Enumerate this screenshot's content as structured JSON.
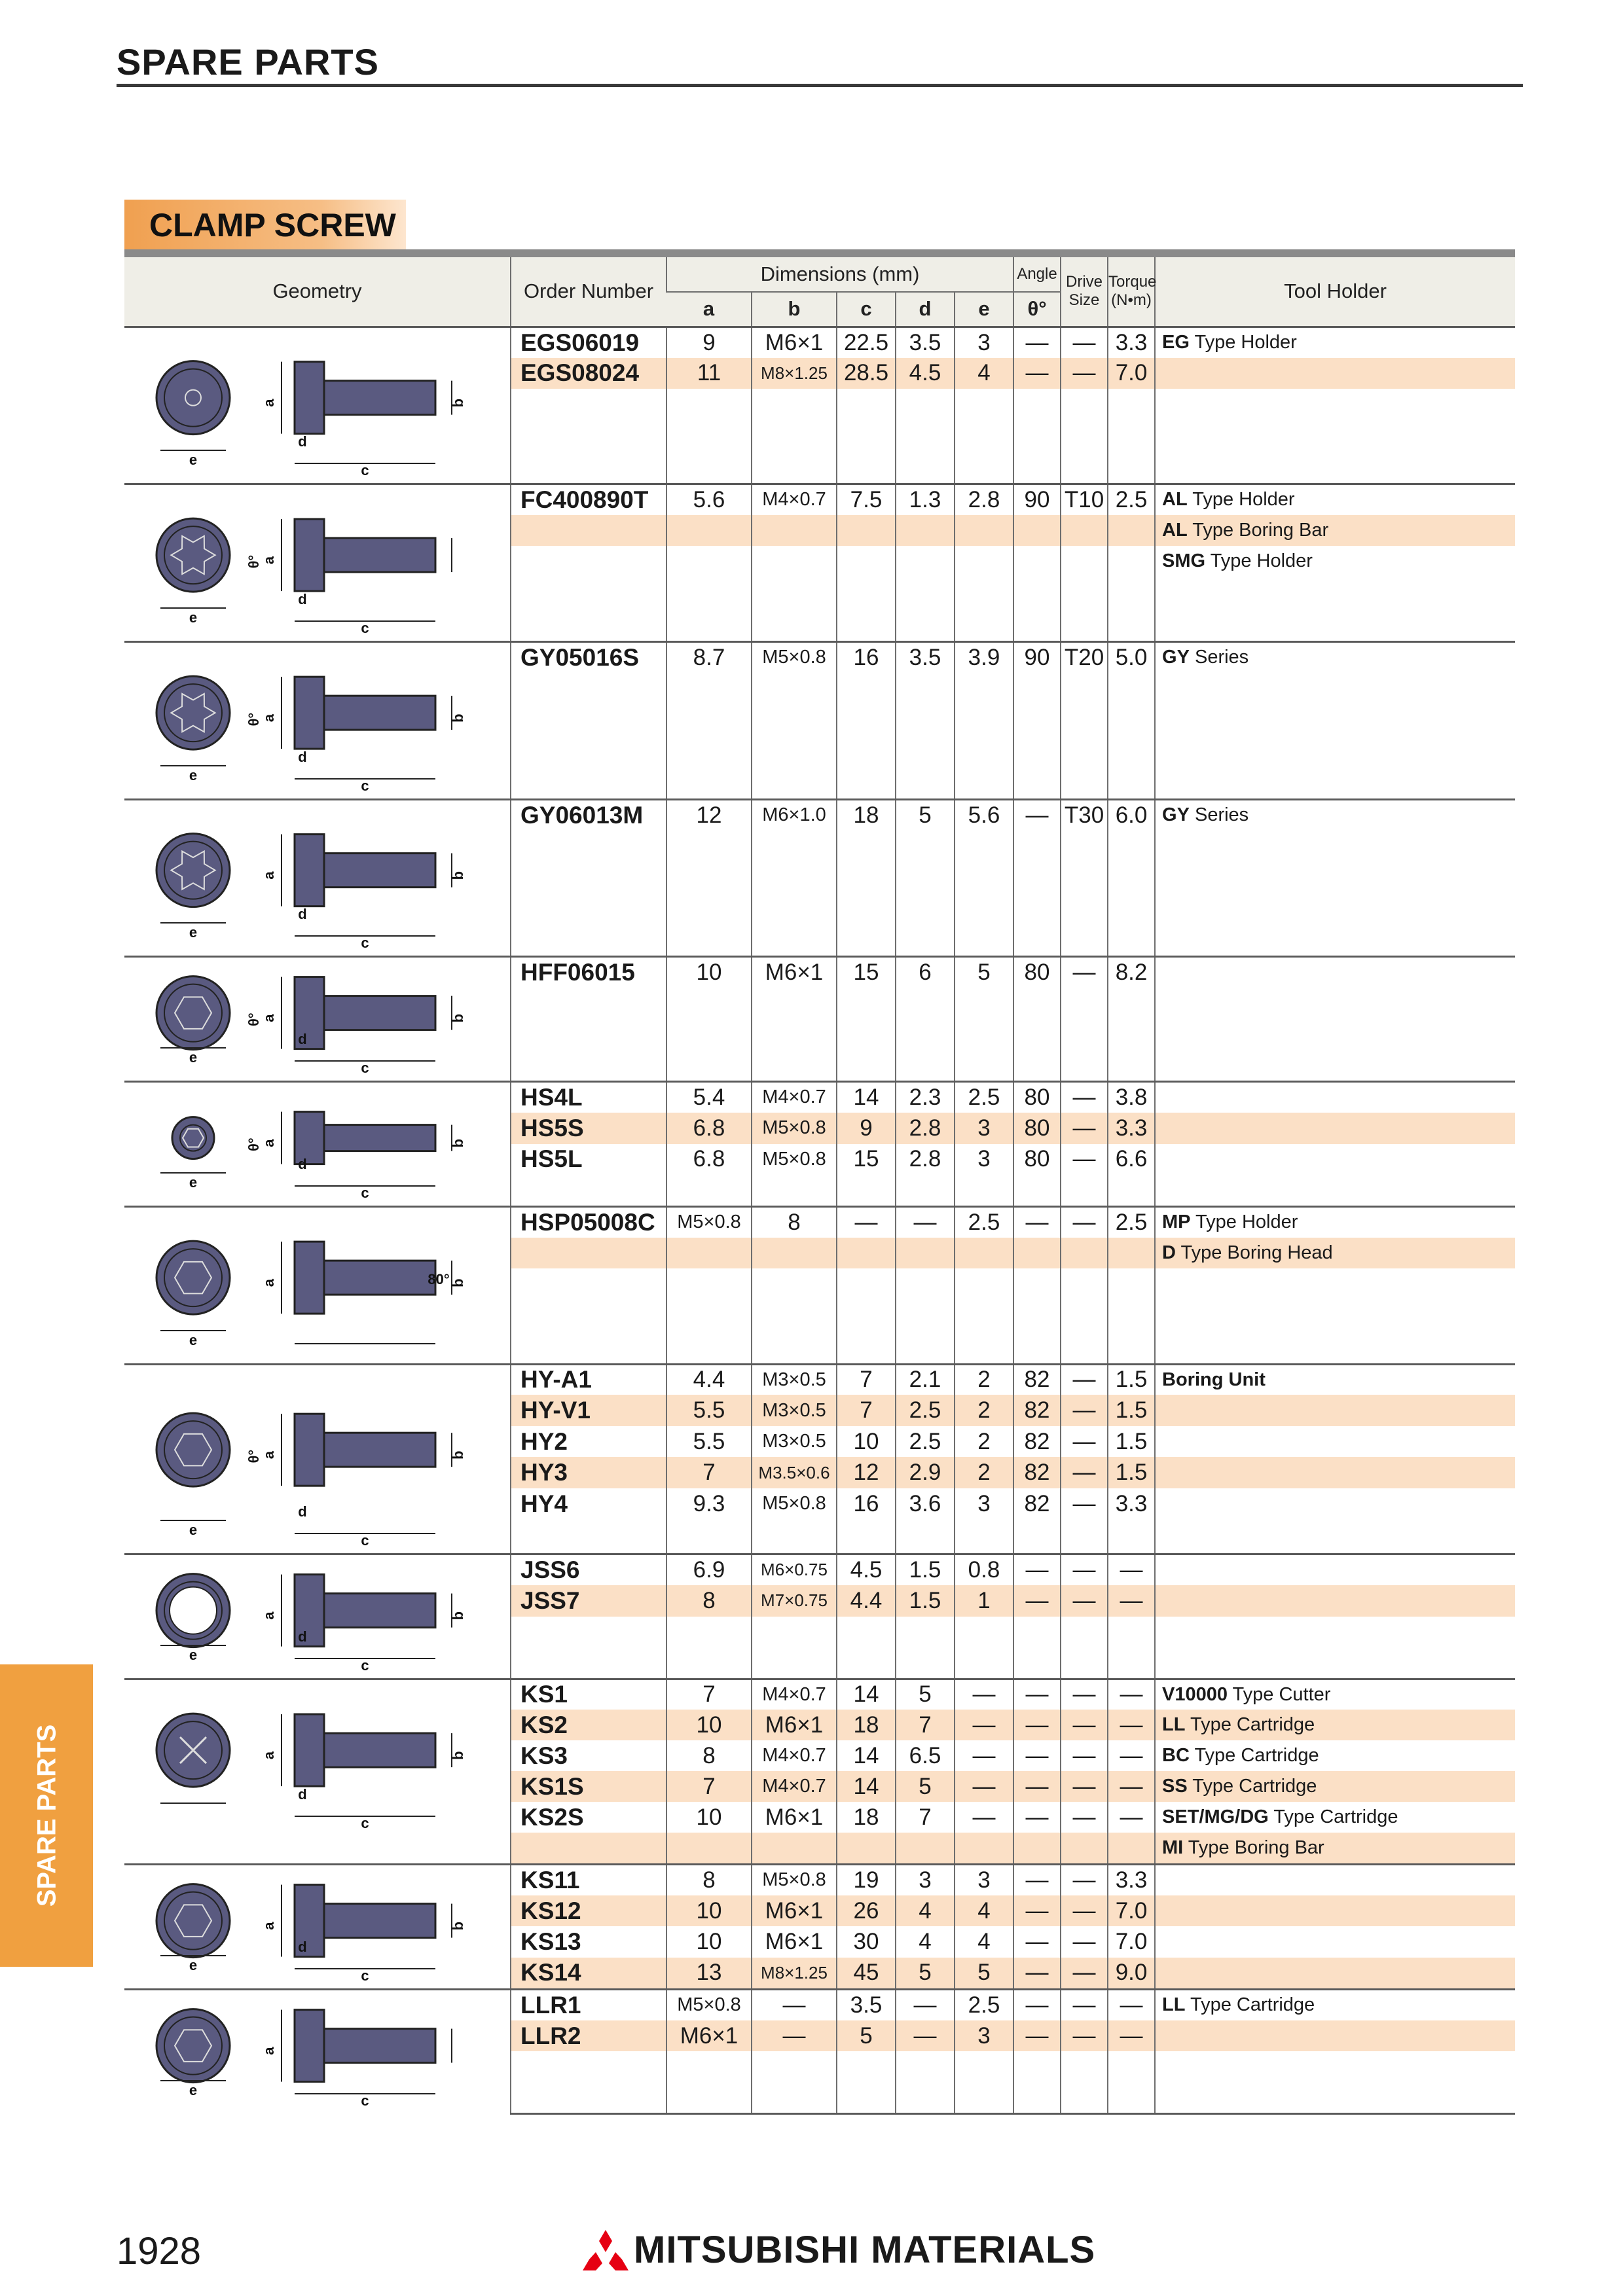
{
  "page": {
    "title": "SPARE PARTS",
    "number": "1928",
    "side_tab": "SPARE PARTS",
    "brand": "MITSUBISHI MATERIALS",
    "accent_color": "#f0a040",
    "highlight_color": "#fbe0c6"
  },
  "section": {
    "title": "CLAMP SCREW"
  },
  "headers": {
    "geometry": "Geometry",
    "order_number": "Order Number",
    "dimensions": "Dimensions (mm)",
    "a": "a",
    "b": "b",
    "c": "c",
    "d": "d",
    "e": "e",
    "angle": "Angle",
    "theta": "θ°",
    "drive_size_1": "Drive",
    "drive_size_2": "Size",
    "torque_1": "Torque",
    "torque_2": "(N•m)",
    "tool_holder": "Tool Holder"
  },
  "groups": [
    {
      "icon": "head-tapped-hole",
      "labels": [
        "a",
        "b",
        "d",
        "e",
        "c"
      ],
      "rows": [
        {
          "order": "EGS06019",
          "a": "9",
          "b": "M6×1",
          "c": "22.5",
          "d": "3.5",
          "e": "3",
          "angle": "—",
          "drive": "—",
          "torque": "3.3",
          "holder_b": "EG",
          "holder": " Type Holder"
        },
        {
          "order": "EGS08024",
          "a": "11",
          "b": "M8×1.25",
          "c": "28.5",
          "d": "4.5",
          "e": "4",
          "angle": "—",
          "drive": "—",
          "torque": "7.0",
          "holder_b": "",
          "holder": ""
        }
      ]
    },
    {
      "icon": "torx-countersunk",
      "labels": [
        "θ°",
        "a",
        "d",
        "e",
        "c"
      ],
      "rows": [
        {
          "order": "FC400890T",
          "a": "5.6",
          "b": "M4×0.7",
          "c": "7.5",
          "d": "1.3",
          "e": "2.8",
          "angle": "90",
          "drive": "T10",
          "torque": "2.5",
          "holder_b": "AL",
          "holder": " Type Holder"
        },
        {
          "order": "",
          "a": "",
          "b": "",
          "c": "",
          "d": "",
          "e": "",
          "angle": "",
          "drive": "",
          "torque": "",
          "holder_b": "AL",
          "holder": " Type Boring Bar"
        },
        {
          "order": "",
          "a": "",
          "b": "",
          "c": "",
          "d": "",
          "e": "",
          "angle": "",
          "drive": "",
          "torque": "",
          "holder_b": "SMG",
          "holder": " Type Holder"
        }
      ]
    },
    {
      "icon": "torx-countersunk",
      "labels": [
        "θ°",
        "a",
        "b",
        "d",
        "e",
        "c"
      ],
      "rows": [
        {
          "order": "GY05016S",
          "a": "8.7",
          "b": "M5×0.8",
          "c": "16",
          "d": "3.5",
          "e": "3.9",
          "angle": "90",
          "drive": "T20",
          "torque": "5.0",
          "holder_b": "GY",
          "holder": " Series"
        }
      ]
    },
    {
      "icon": "torx-tapered",
      "labels": [
        "a",
        "b",
        "d",
        "e",
        "c"
      ],
      "rows": [
        {
          "order": "GY06013M",
          "a": "12",
          "b": "M6×1.0",
          "c": "18",
          "d": "5",
          "e": "5.6",
          "angle": "—",
          "drive": "T30",
          "torque": "6.0",
          "holder_b": "GY",
          "holder": " Series"
        }
      ]
    },
    {
      "icon": "hex-countersunk",
      "labels": [
        "θ°",
        "a",
        "b",
        "d",
        "e",
        "c"
      ],
      "rows": [
        {
          "order": "HFF06015",
          "a": "10",
          "b": "M6×1",
          "c": "15",
          "d": "6",
          "e": "5",
          "angle": "80",
          "drive": "—",
          "torque": "8.2",
          "holder_b": "",
          "holder": ""
        }
      ]
    },
    {
      "icon": "hex-countersunk-small",
      "labels": [
        "θ°",
        "a",
        "b",
        "d",
        "e",
        "c"
      ],
      "rows": [
        {
          "order": "HS4L",
          "a": "5.4",
          "b": "M4×0.7",
          "c": "14",
          "d": "2.3",
          "e": "2.5",
          "angle": "80",
          "drive": "—",
          "torque": "3.8",
          "holder_b": "",
          "holder": ""
        },
        {
          "order": "HS5S",
          "a": "6.8",
          "b": "M5×0.8",
          "c": "9",
          "d": "2.8",
          "e": "3",
          "angle": "80",
          "drive": "—",
          "torque": "3.3",
          "holder_b": "",
          "holder": ""
        },
        {
          "order": "HS5L",
          "a": "6.8",
          "b": "M5×0.8",
          "c": "15",
          "d": "2.8",
          "e": "3",
          "angle": "80",
          "drive": "—",
          "torque": "6.6",
          "holder_b": "",
          "holder": ""
        }
      ]
    },
    {
      "icon": "hex-pointed",
      "labels": [
        "a",
        "80°",
        "e",
        "b"
      ],
      "rows": [
        {
          "order": "HSP05008C",
          "a": "M5×0.8",
          "b": "8",
          "c": "—",
          "d": "—",
          "e": "2.5",
          "angle": "—",
          "drive": "—",
          "torque": "2.5",
          "holder_b": "MP",
          "holder": " Type Holder"
        },
        {
          "order": "",
          "a": "",
          "b": "",
          "c": "",
          "d": "",
          "e": "",
          "angle": "",
          "drive": "",
          "torque": "",
          "holder_b": "D",
          "holder": " Type Boring Head"
        }
      ]
    },
    {
      "icon": "hex-flat-countersunk",
      "labels": [
        "θ°",
        "a",
        "b",
        "d",
        "e",
        "c"
      ],
      "rows": [
        {
          "order": "HY-A1",
          "a": "4.4",
          "b": "M3×0.5",
          "c": "7",
          "d": "2.1",
          "e": "2",
          "angle": "82",
          "drive": "—",
          "torque": "1.5",
          "holder_b": "Boring Unit",
          "holder": ""
        },
        {
          "order": "HY-V1",
          "a": "5.5",
          "b": "M3×0.5",
          "c": "7",
          "d": "2.5",
          "e": "2",
          "angle": "82",
          "drive": "—",
          "torque": "1.5",
          "holder_b": "",
          "holder": ""
        },
        {
          "order": "HY2",
          "a": "5.5",
          "b": "M3×0.5",
          "c": "10",
          "d": "2.5",
          "e": "2",
          "angle": "82",
          "drive": "—",
          "torque": "1.5",
          "holder_b": "",
          "holder": ""
        },
        {
          "order": "HY3",
          "a": "7",
          "b": "M3.5×0.6",
          "c": "12",
          "d": "2.9",
          "e": "2",
          "angle": "82",
          "drive": "—",
          "torque": "1.5",
          "holder_b": "",
          "holder": ""
        },
        {
          "order": "HY4",
          "a": "9.3",
          "b": "M5×0.8",
          "c": "16",
          "d": "3.6",
          "e": "3",
          "angle": "82",
          "drive": "—",
          "torque": "3.3",
          "holder_b": "",
          "holder": ""
        }
      ]
    },
    {
      "icon": "ring-slot",
      "labels": [
        "a",
        "b",
        "d",
        "e",
        "c"
      ],
      "rows": [
        {
          "order": "JSS6",
          "a": "6.9",
          "b": "M6×0.75",
          "c": "4.5",
          "d": "1.5",
          "e": "0.8",
          "angle": "—",
          "drive": "—",
          "torque": "—",
          "holder_b": "",
          "holder": ""
        },
        {
          "order": "JSS7",
          "a": "8",
          "b": "M7×0.75",
          "c": "4.4",
          "d": "1.5",
          "e": "1",
          "angle": "—",
          "drive": "—",
          "torque": "—",
          "holder_b": "",
          "holder": ""
        }
      ]
    },
    {
      "icon": "cross-head",
      "labels": [
        "a",
        "b",
        "d",
        "c"
      ],
      "rows": [
        {
          "order": "KS1",
          "a": "7",
          "b": "M4×0.7",
          "c": "14",
          "d": "5",
          "e": "—",
          "angle": "—",
          "drive": "—",
          "torque": "—",
          "holder_b": "V10000",
          "holder": " Type Cutter"
        },
        {
          "order": "KS2",
          "a": "10",
          "b": "M6×1",
          "c": "18",
          "d": "7",
          "e": "—",
          "angle": "—",
          "drive": "—",
          "torque": "—",
          "holder_b": "LL",
          "holder": " Type Cartridge"
        },
        {
          "order": "KS3",
          "a": "8",
          "b": "M4×0.7",
          "c": "14",
          "d": "6.5",
          "e": "—",
          "angle": "—",
          "drive": "—",
          "torque": "—",
          "holder_b": "BC",
          "holder": " Type Cartridge"
        },
        {
          "order": "KS1S",
          "a": "7",
          "b": "M4×0.7",
          "c": "14",
          "d": "5",
          "e": "—",
          "angle": "—",
          "drive": "—",
          "torque": "—",
          "holder_b": "SS",
          "holder": " Type Cartridge"
        },
        {
          "order": "KS2S",
          "a": "10",
          "b": "M6×1",
          "c": "18",
          "d": "7",
          "e": "—",
          "angle": "—",
          "drive": "—",
          "torque": "—",
          "holder_b": "SET/MG/DG",
          "holder": " Type Cartridge"
        },
        {
          "order": "",
          "a": "",
          "b": "",
          "c": "",
          "d": "",
          "e": "",
          "angle": "",
          "drive": "",
          "torque": "",
          "holder_b": "MI",
          "holder": " Type Boring Bar"
        }
      ]
    },
    {
      "icon": "hex-round-head",
      "labels": [
        "a",
        "b",
        "d",
        "e",
        "c"
      ],
      "rows": [
        {
          "order": "KS11",
          "a": "8",
          "b": "M5×0.8",
          "c": "19",
          "d": "3",
          "e": "3",
          "angle": "—",
          "drive": "—",
          "torque": "3.3",
          "holder_b": "",
          "holder": ""
        },
        {
          "order": "KS12",
          "a": "10",
          "b": "M6×1",
          "c": "26",
          "d": "4",
          "e": "4",
          "angle": "—",
          "drive": "—",
          "torque": "7.0",
          "holder_b": "",
          "holder": ""
        },
        {
          "order": "KS13",
          "a": "10",
          "b": "M6×1",
          "c": "30",
          "d": "4",
          "e": "4",
          "angle": "—",
          "drive": "—",
          "torque": "7.0",
          "holder_b": "",
          "holder": ""
        },
        {
          "order": "KS14",
          "a": "13",
          "b": "M8×1.25",
          "c": "45",
          "d": "5",
          "e": "5",
          "angle": "—",
          "drive": "—",
          "torque": "9.0",
          "holder_b": "",
          "holder": ""
        }
      ]
    },
    {
      "icon": "hex-set-screw",
      "labels": [
        "a",
        "e",
        "c"
      ],
      "rows": [
        {
          "order": "LLR1",
          "a": "M5×0.8",
          "b": "—",
          "c": "3.5",
          "d": "—",
          "e": "2.5",
          "angle": "—",
          "drive": "—",
          "torque": "—",
          "holder_b": "LL",
          "holder": " Type Cartridge"
        },
        {
          "order": "LLR2",
          "a": "M6×1",
          "b": "—",
          "c": "5",
          "d": "—",
          "e": "3",
          "angle": "—",
          "drive": "—",
          "torque": "—",
          "holder_b": "",
          "holder": ""
        }
      ]
    }
  ]
}
